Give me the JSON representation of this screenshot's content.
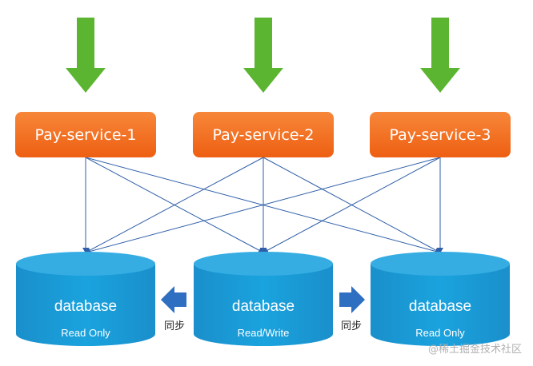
{
  "colors": {
    "service_fill": "#f16a1a",
    "service_fill_light": "#f7873a",
    "db_fill": "#1596d4",
    "db_top": "#36b0e6",
    "arrow_green": "#5cb531",
    "sync_arrow": "#2f6fc2",
    "connector": "#2f5fa8"
  },
  "services": [
    {
      "label": "Pay-service-1",
      "icon": "green-down-arrow-icon"
    },
    {
      "label": "Pay-service-2",
      "icon": "green-down-arrow-icon"
    },
    {
      "label": "Pay-service-3",
      "icon": "green-down-arrow-icon"
    }
  ],
  "databases": [
    {
      "label": "database",
      "mode": "Read Only"
    },
    {
      "label": "database",
      "mode": "Read/Write"
    },
    {
      "label": "database",
      "mode": "Read Only"
    }
  ],
  "sync": [
    {
      "label": "同步",
      "direction": "left",
      "icon": "sync-left-arrow-icon"
    },
    {
      "label": "同步",
      "direction": "right",
      "icon": "sync-right-arrow-icon"
    }
  ],
  "watermark": "@稀土掘金技术社区"
}
